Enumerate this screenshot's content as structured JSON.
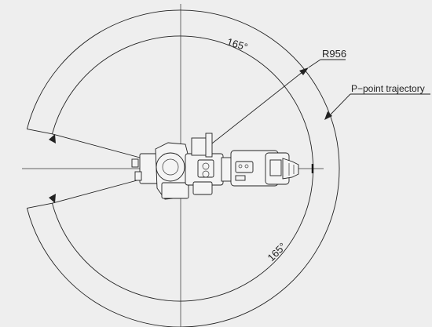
{
  "labels": {
    "radius": "R956",
    "trajectory": "P−point trajectory",
    "angle_top": "165°",
    "angle_bottom": "165°"
  },
  "parameters": {
    "reach_radius": 956,
    "joint_limit_positive_deg": 165,
    "joint_limit_negative_deg": -165
  }
}
